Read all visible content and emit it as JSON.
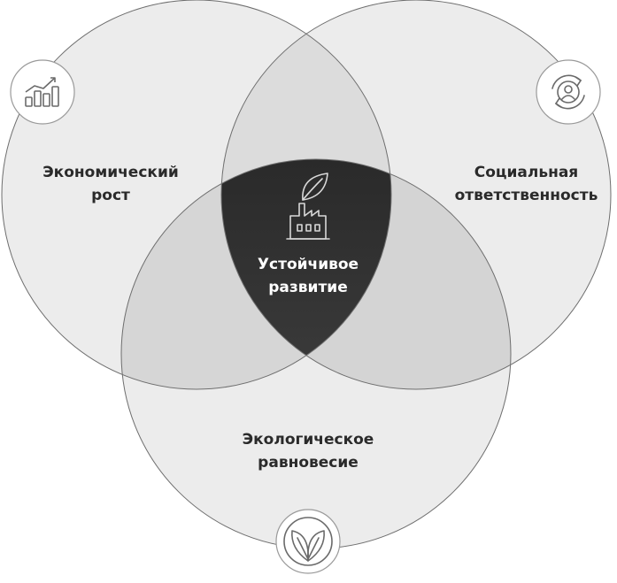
{
  "sets": {
    "economic": {
      "line1": "Экономический",
      "line2": "рост",
      "icon": "growth-chart-icon"
    },
    "social": {
      "line1": "Социальная",
      "line2": "ответственность",
      "icon": "people-cycle-icon"
    },
    "ecological": {
      "line1": "Экологическое",
      "line2": "равновесие",
      "icon": "leaves-icon"
    }
  },
  "center": {
    "line1": "Устойчивое",
    "line2": "развитие",
    "icon": "factory-leaf-icon"
  },
  "colors": {
    "circle_fill": "#e6e6e6",
    "circle_stroke": "#6e6e6e",
    "center_dark": "#2c2c2c",
    "center_light": "#8e8e8e",
    "text": "#2a2a2a"
  }
}
